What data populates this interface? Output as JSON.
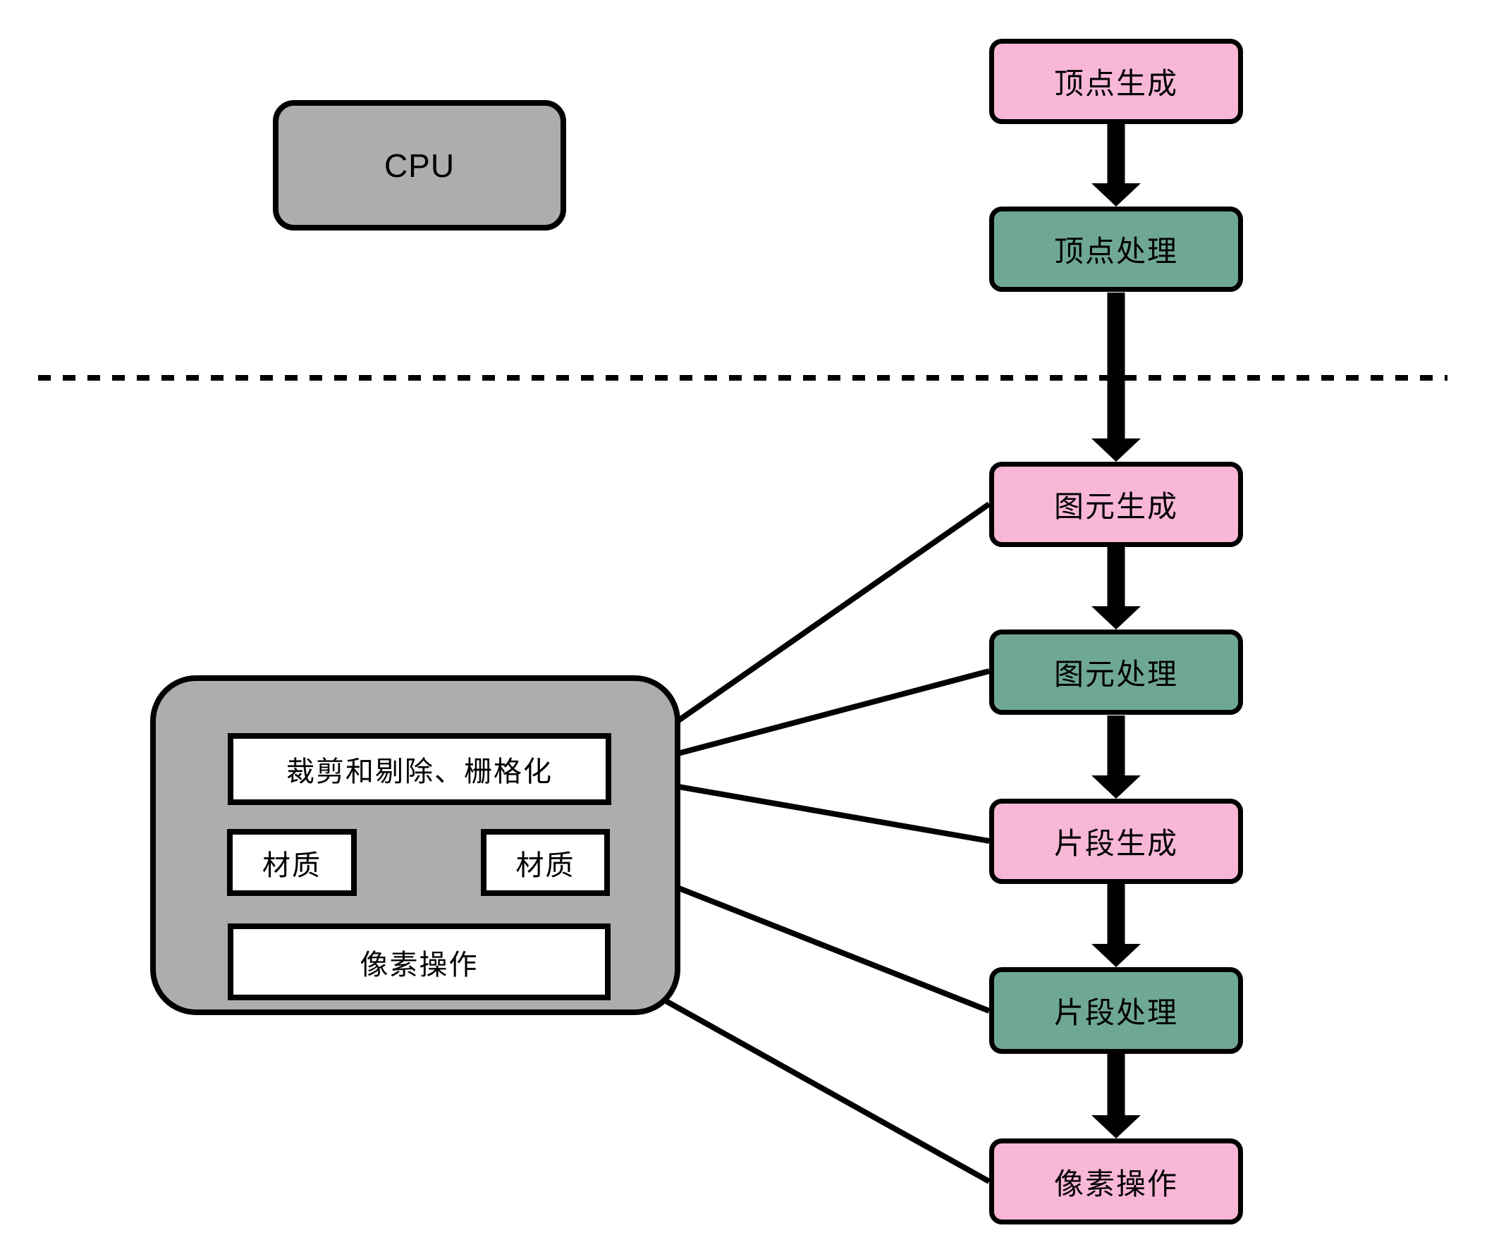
{
  "diagram": {
    "cpu_label": "CPU",
    "pipeline": [
      {
        "id": "vertex-generation",
        "label": "顶点生成",
        "color": "pink"
      },
      {
        "id": "vertex-processing",
        "label": "顶点处理",
        "color": "teal"
      },
      {
        "id": "primitive-generation",
        "label": "图元生成",
        "color": "pink"
      },
      {
        "id": "primitive-processing",
        "label": "图元处理",
        "color": "teal"
      },
      {
        "id": "fragment-generation",
        "label": "片段生成",
        "color": "pink"
      },
      {
        "id": "fragment-processing",
        "label": "片段处理",
        "color": "teal"
      },
      {
        "id": "pixel-operations",
        "label": "像素操作",
        "color": "pink"
      }
    ],
    "gpu_block": {
      "clip_label": "裁剪和剔除、栅格化",
      "texture_left_label": "材质",
      "texture_right_label": "材质",
      "pixel_ops_label": "像素操作"
    },
    "colors": {
      "pink": "#f9b7d8",
      "teal": "#6fa797",
      "gray": "#adadad",
      "line": "#000000",
      "background": "#ffffff"
    }
  }
}
